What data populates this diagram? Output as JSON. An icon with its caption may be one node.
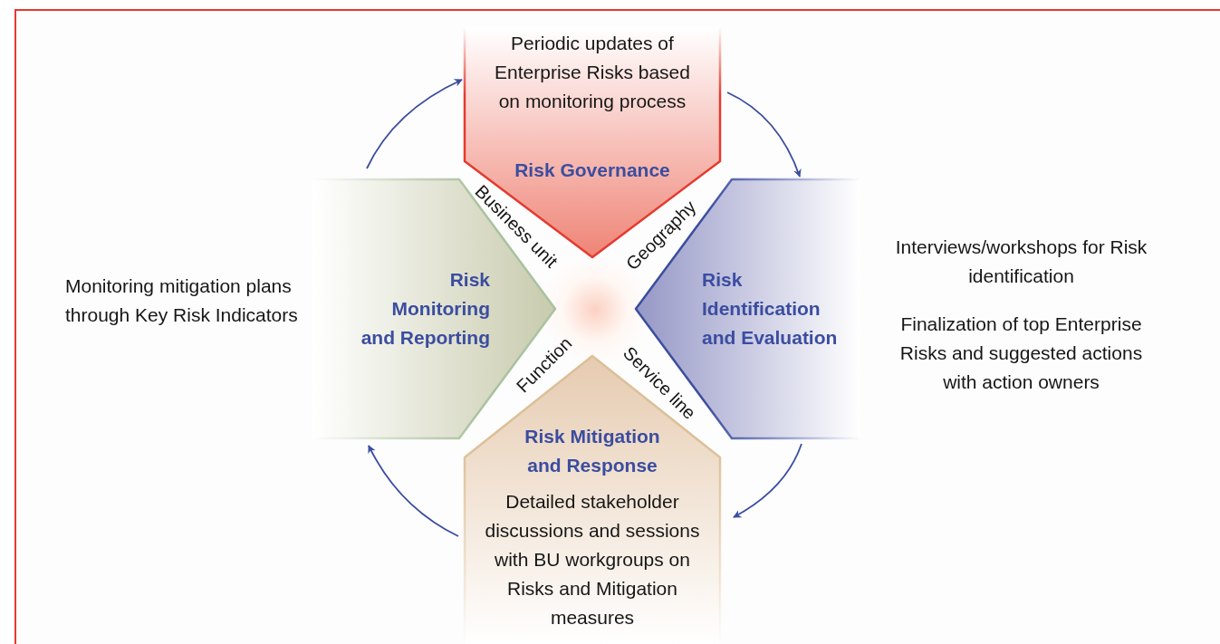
{
  "diagram": {
    "nodes": [
      {
        "text": [
          "Periodic updates of Enterprise Risks based on monitoring process",
          "Risk Governance"
        ]
      },
      {
        "text": [
          "Risk Identification and Evaluation"
        ],
        "beside": [
          "Interviews/workshops for Risk identification",
          "Finalization of top Enterprise Risks and suggested actions with action owners"
        ]
      },
      {
        "text": [
          "Risk Mitigation and Response",
          "Detailed stakeholder discussions and sessions with BU workgroups on Risks and Mitigation measures"
        ]
      },
      {
        "text": [
          "Risk Monitoring and Reporting"
        ],
        "beside": [
          "Monitoring mitigation plans through Key Risk Indicators"
        ]
      }
    ],
    "edges": [
      {
        "from": 3,
        "to": 0,
        "arrow": "to"
      },
      {
        "from": 0,
        "to": 1,
        "arrow": "to"
      },
      {
        "from": 1,
        "to": 2,
        "arrow": "to"
      },
      {
        "from": 2,
        "to": 3,
        "arrow": "to"
      }
    ],
    "labels": [
      "Business unit",
      "Geography",
      "Function",
      "Service line"
    ]
  }
}
